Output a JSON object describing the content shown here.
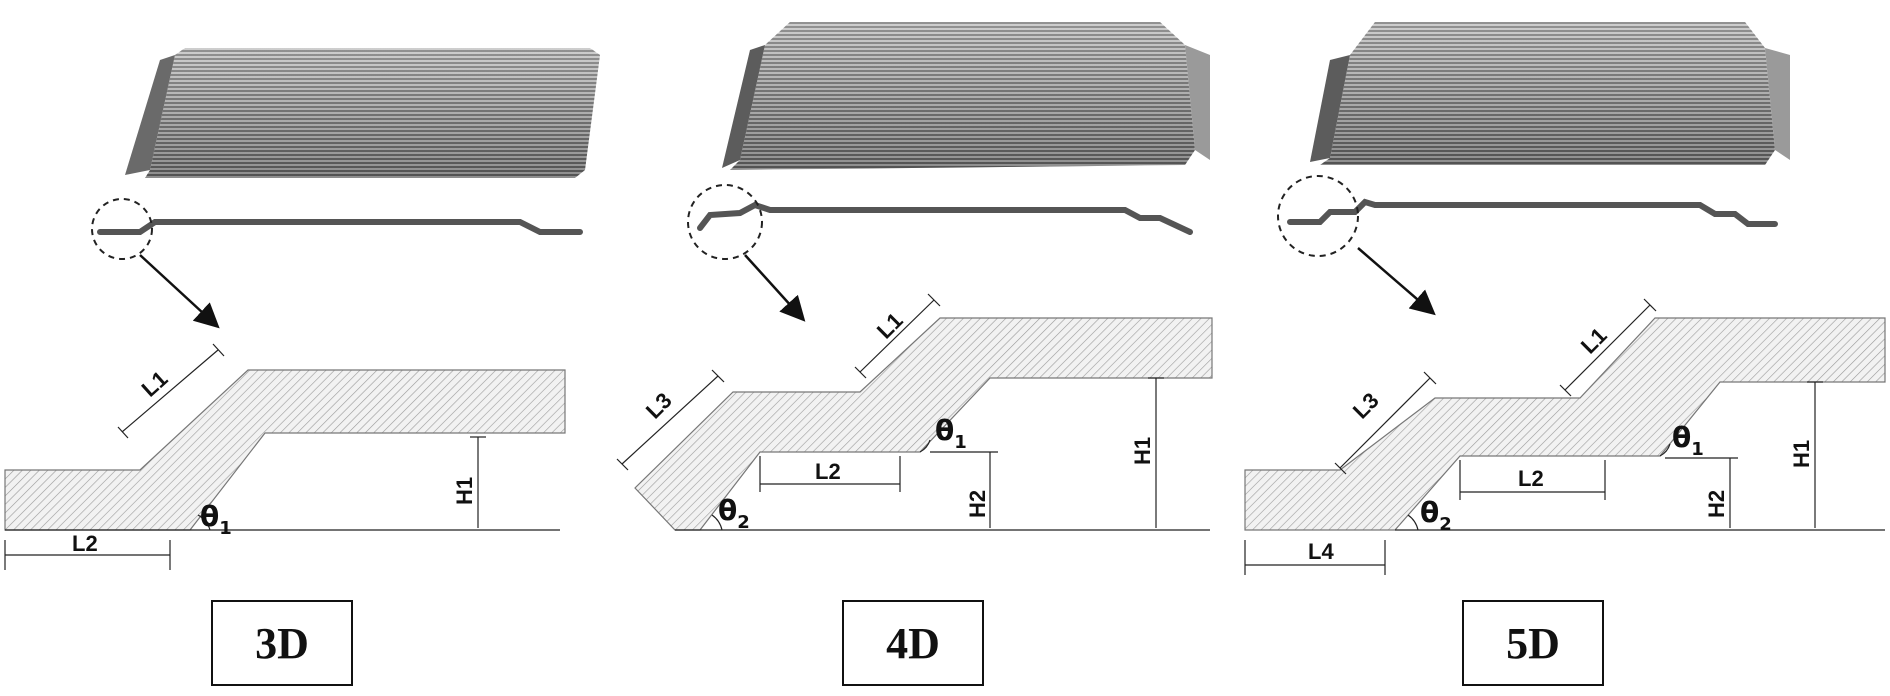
{
  "panels": [
    {
      "caption": "3D",
      "dims": {
        "L1": "L1",
        "L2": "L2",
        "H1": "H1"
      },
      "angles": {
        "t1": "θ",
        "t1sub": "1"
      }
    },
    {
      "caption": "4D",
      "dims": {
        "L1": "L1",
        "L2": "L2",
        "L3": "L3",
        "H1": "H1",
        "H2": "H2"
      },
      "angles": {
        "t1": "θ",
        "t1sub": "1",
        "t2": "θ",
        "t2sub": "2"
      }
    },
    {
      "caption": "5D",
      "dims": {
        "L1": "L1",
        "L2": "L2",
        "L3": "L3",
        "L4": "L4",
        "H1": "H1",
        "H2": "H2"
      },
      "angles": {
        "t1": "θ",
        "t1sub": "1",
        "t2": "θ",
        "t2sub": "2"
      }
    }
  ]
}
